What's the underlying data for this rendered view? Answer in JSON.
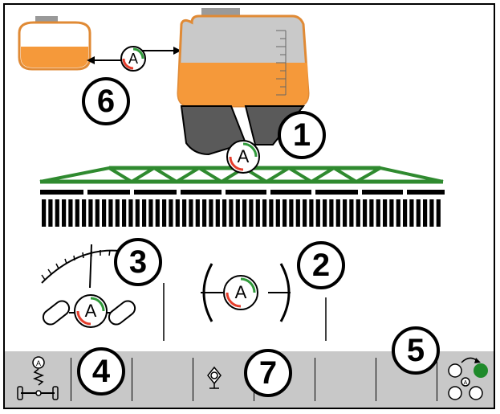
{
  "colors": {
    "tank_orange": "#f5993a",
    "tank_gray": "#c9c9c9",
    "boom_green": "#2f8a2f",
    "hopper_dark": "#5a5a5a",
    "toolbar_bg": "#c8c8c8",
    "status_green": "#1f8a2b",
    "auto_red": "#e53d2c",
    "auto_green": "#2f9a3a"
  },
  "auto_symbol": "A",
  "callouts": {
    "c1": "1",
    "c2": "2",
    "c3": "3",
    "c4": "4",
    "c5": "5",
    "c6": "6",
    "c7": "7"
  },
  "icons": {
    "main_tank": "tank-icon",
    "front_tank": "front-tank-icon",
    "boom": "sprayer-boom-icon",
    "nozzles": "nozzle-sections-icon",
    "gauge": "pressure-gauge-icon",
    "steering": "axle-steering-icon",
    "height": "boom-height-icon",
    "suspension": "suspension-icon",
    "pump": "pump-icon",
    "wheel_status": "wheel-status-icon"
  },
  "toolbar": {
    "buttons": [
      "suspension-button",
      "empty-button-2",
      "empty-button-3",
      "pump-button",
      "empty-button-5",
      "empty-button-6",
      "empty-button-7",
      "wheel-status-button"
    ]
  }
}
